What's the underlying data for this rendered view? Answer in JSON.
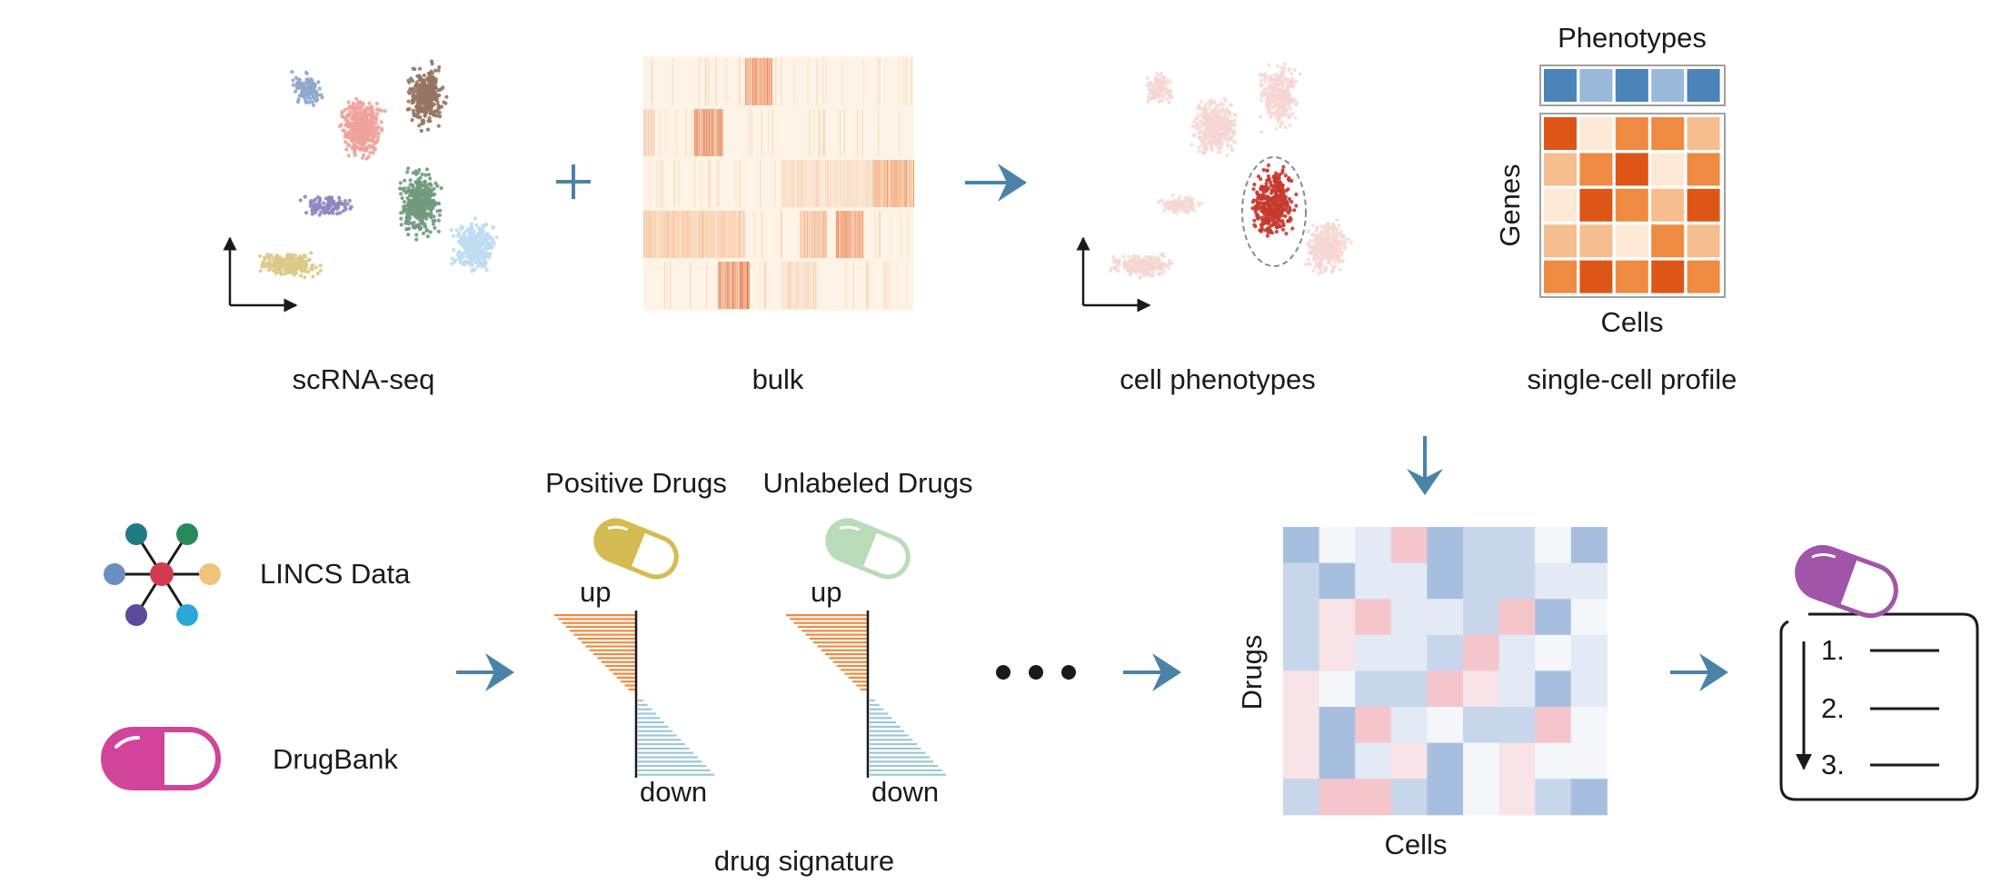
{
  "labels": {
    "scrna": "scRNA-seq",
    "bulk": "bulk",
    "cell_phenotypes": "cell phenotypes",
    "single_cell_profile": "single-cell profile",
    "phenotypes": "Phenotypes",
    "genes": "Genes",
    "cells_top": "Cells",
    "lincs": "LINCS Data",
    "drugbank": "DrugBank",
    "positive_drugs": "Positive Drugs",
    "unlabeled_drugs": "Unlabeled Drugs",
    "up": "up",
    "down": "down",
    "drug_signature": "drug signature",
    "drugs": "Drugs",
    "cells_bottom": "Cells",
    "rank1": "1.",
    "rank2": "2.",
    "rank3": "3."
  },
  "colors": {
    "arrow": "#4a82a8",
    "orange_dark": "#dd5618",
    "orange_mid": "#ee8a42",
    "orange_light": "#f6bd8e",
    "orange_pale": "#fde9d6",
    "blue_dark": "#4a84b8",
    "blue_light": "#9ab8da",
    "pill_yellow": "#d4bb52",
    "pill_green": "#b8dcb8",
    "pill_pink": "#d2439a",
    "pill_purple": "#a155a8",
    "node_center": "#d23a50"
  },
  "icons": {
    "network": "network-graph-icon",
    "capsule": "capsule-icon",
    "clipboard": "ranked-list-icon"
  }
}
